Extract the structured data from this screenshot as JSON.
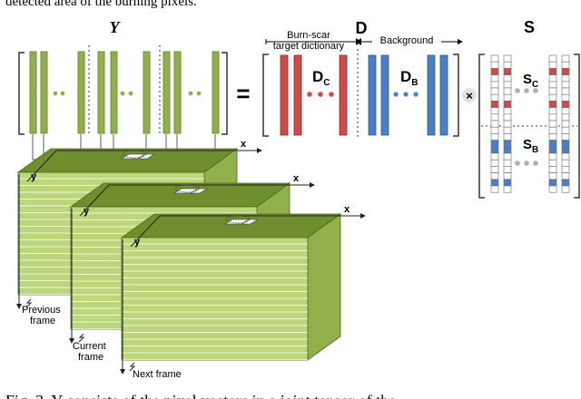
{
  "top_text": "detected area of the burning pixels.",
  "bottom_text": "Fig. 3. Y consists of the pixel vectors in a joint tensor of the",
  "matrix_y": {
    "label": "Y"
  },
  "equals": "=",
  "matrix_d": {
    "label": "D",
    "target_label_line1": "Burn-scar",
    "target_label_line2": "target dictionary",
    "background_label": "Background",
    "dc_main": "D",
    "dc_sub": "C",
    "db_main": "D",
    "db_sub": "B"
  },
  "times": "×",
  "matrix_s": {
    "label": "S",
    "sc_main": "S",
    "sc_sub": "C",
    "sb_main": "S",
    "sb_sub": "B"
  },
  "frames": [
    {
      "line1": "Previous",
      "line2": "frame"
    },
    {
      "line1": "Current",
      "line2": "frame"
    },
    {
      "line1": "Next frame",
      "line2": ""
    }
  ],
  "axes": {
    "x": "x",
    "y": "y"
  },
  "colors": {
    "green_dark": "#6f8f2f",
    "green_mid": "#8fb04a",
    "green_light": "#bcd67a",
    "red": "#d04a4a",
    "blue": "#4a7fc4",
    "gray_dot": "#b0b0b0"
  }
}
